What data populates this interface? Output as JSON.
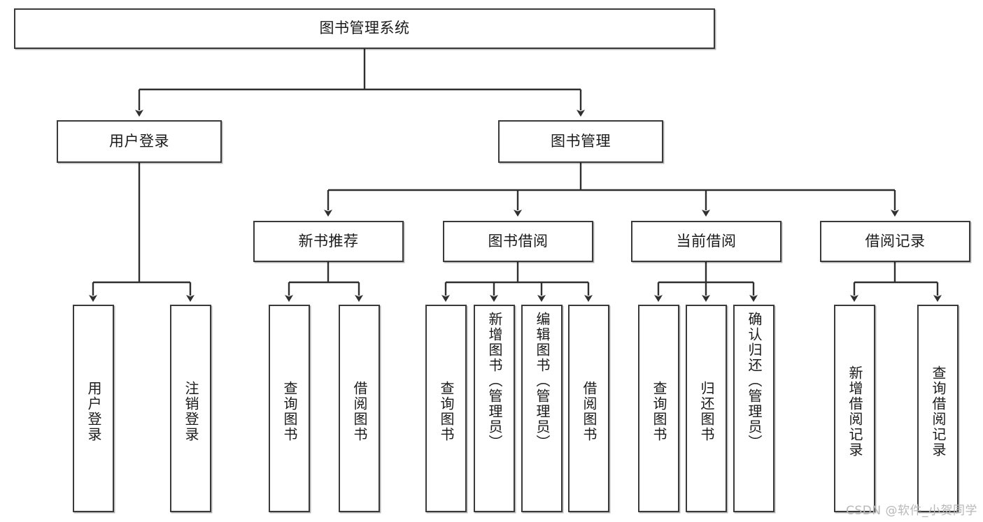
{
  "diagram": {
    "title": "图书管理系统",
    "type": "tree-hierarchy-chart",
    "watermark": "CSDN @软件_小贺同学",
    "colors": {
      "box_border": "#3a3a3a",
      "box_fill": "#ffffff",
      "line": "#2f2f2f",
      "text": "#1a1a1a",
      "watermark": "#b8b8b8"
    },
    "root": {
      "label": "图书管理系统"
    },
    "level2": [
      {
        "label": "用户登录"
      },
      {
        "label": "图书管理"
      }
    ],
    "level3": [
      {
        "label": "新书推荐"
      },
      {
        "label": "图书借阅"
      },
      {
        "label": "当前借阅"
      },
      {
        "label": "借阅记录"
      }
    ],
    "leaves": {
      "user_login": [
        {
          "label": "用户登录"
        },
        {
          "label": "注销登录"
        }
      ],
      "new_book_recommend": [
        {
          "label": "查询图书"
        },
        {
          "label": "借阅图书"
        }
      ],
      "book_borrow": [
        {
          "label": "查询图书"
        },
        {
          "label": "新增图书（管理员）"
        },
        {
          "label": "编辑图书（管理员）"
        },
        {
          "label": "借阅图书"
        }
      ],
      "current_borrow": [
        {
          "label": "查询图书"
        },
        {
          "label": "归还图书"
        },
        {
          "label": "确认归还（管理员）"
        }
      ],
      "borrow_records": [
        {
          "label": "新增借阅记录"
        },
        {
          "label": "查询借阅记录"
        }
      ]
    }
  }
}
